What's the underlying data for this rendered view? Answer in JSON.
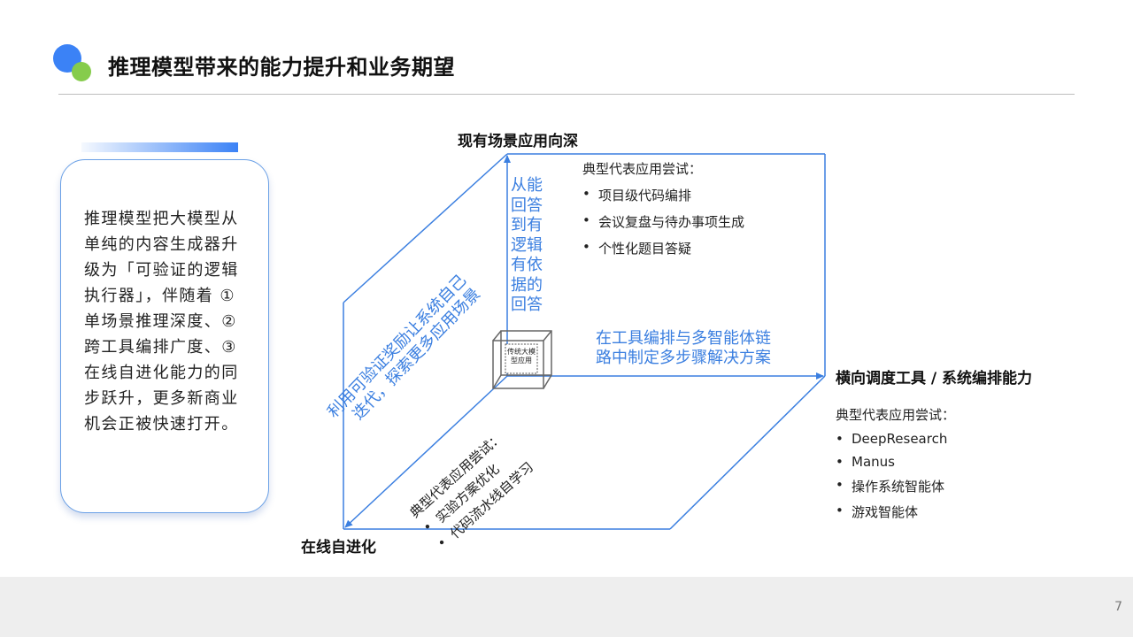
{
  "title": "推理模型带来的能力提升和业务期望",
  "card_text": "推理模型把大模型从单纯的内容生成器升级为「可验证的逻辑执行器」，伴随着 ①单场景推理深度、②跨工具编排广度、③在线自进化能力的同步跃升，更多新商业机会正被快速打开。",
  "axes": {
    "top": "现有场景应用向深",
    "right": "横向调度工具 / 系统编排能力",
    "bottom": "在线自进化"
  },
  "blue_labels": {
    "vertical": "从能回答到有逻辑有依据的回答",
    "horizontal_line1": "在工具编排与多智能体链",
    "horizontal_line2": "路中制定多步骤解决方案",
    "diagonal_line1": "利用可验证奖励让系统自己",
    "diagonal_line2": "迭代，探索更多应用场景"
  },
  "center_box": "传统大模型应用",
  "examples": {
    "top": {
      "heading": "典型代表应用尝试：",
      "items": [
        "项目级代码编排",
        "会议复盘与待办事项生成",
        "个性化题目答疑"
      ]
    },
    "right": {
      "heading": "典型代表应用尝试：",
      "items": [
        "DeepResearch",
        "Manus",
        "操作系统智能体",
        "游戏智能体"
      ]
    },
    "diagonal": {
      "heading": "典型代表应用尝试：",
      "items": [
        "实验方案优化",
        "代码流水线自学习"
      ]
    }
  },
  "colors": {
    "accent_blue": "#3b7fe0",
    "logo_blue": "#3b82f6",
    "logo_green": "#86cc4c"
  },
  "page_number": "7"
}
